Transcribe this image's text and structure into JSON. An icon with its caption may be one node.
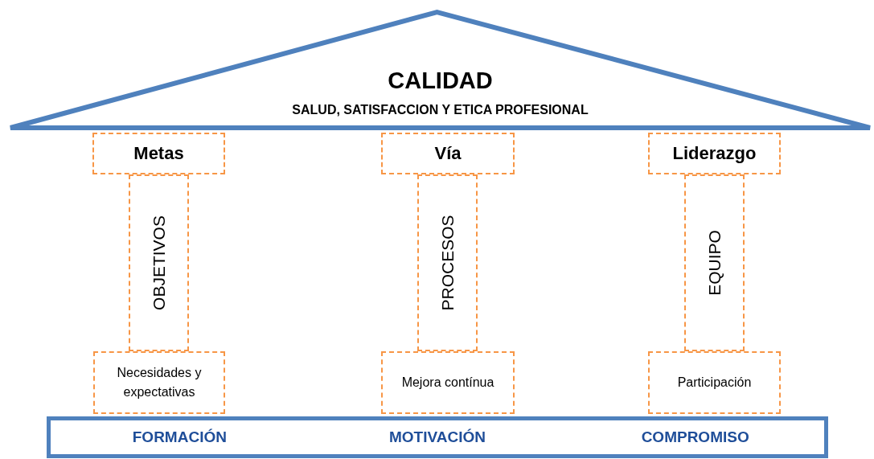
{
  "diagram": {
    "nodes": [
      {
        "text": [
          "CALIDAD",
          "SALUD, SATISFACCION Y ETICA PROFESIONAL"
        ]
      },
      {
        "text": [
          "Metas"
        ]
      },
      {
        "text": [
          "Vía"
        ]
      },
      {
        "text": [
          "Liderazgo"
        ]
      },
      {
        "text": [
          "OBJETIVOS"
        ]
      },
      {
        "text": [
          "PROCESOS"
        ]
      },
      {
        "text": [
          "EQUIPO"
        ]
      },
      {
        "text": [
          "Necesidades y expectativas"
        ]
      },
      {
        "text": [
          "Mejora contínua"
        ]
      },
      {
        "text": [
          "Participación"
        ]
      },
      {
        "text": [
          "FORMACIÓN",
          "MOTIVACIÓN",
          "COMPROMISO"
        ]
      }
    ]
  }
}
